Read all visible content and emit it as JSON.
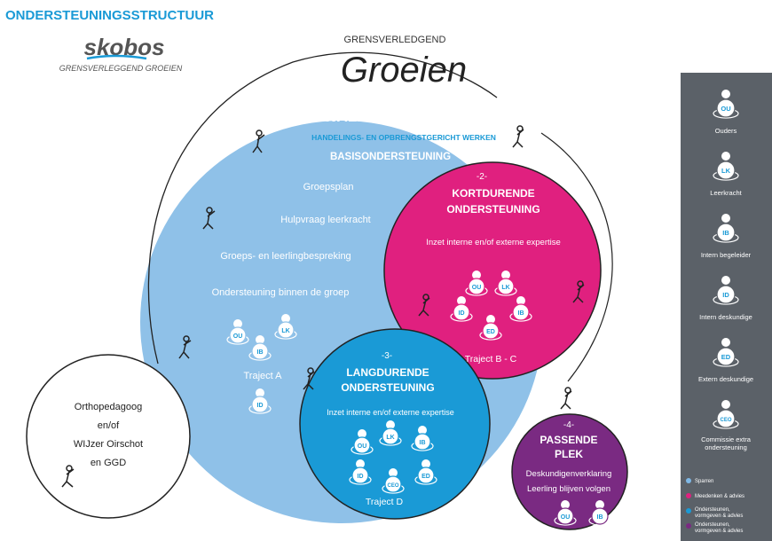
{
  "header": {
    "title": "ONDERSTEUNINGSSTRUCTUUR",
    "logo_name": "skobos",
    "logo_tagline": "GRENSVERLEGGEND GROEIEN",
    "hand_small": "GRENSVERLEDGEND",
    "hand_big": "Groeien"
  },
  "basis": {
    "num": "-1-",
    "title": "BASISKWALITEIT",
    "subtitle": "HANDELINGS- EN OPBRENGSTGERICHT WERKEN",
    "subtitle2": "BASISONDERSTEUNING",
    "items": [
      "Groepsplan",
      "Hulpvraag leerkracht",
      "Groeps- en leerlingbespreking",
      "Ondersteuning binnen de groep"
    ],
    "trajectA": "Traject A",
    "badges": [
      "OU",
      "LK",
      "IB",
      "ID"
    ]
  },
  "kort": {
    "num": "-2-",
    "title1": "KORTDURENDE",
    "title2": "ONDERSTEUNING",
    "text": "Inzet interne en/of externe expertise",
    "traject": "Traject B - C",
    "badges": [
      "OU",
      "LK",
      "ID",
      "IB",
      "ED"
    ]
  },
  "lang": {
    "num": "-3-",
    "title1": "LANGDURENDE",
    "title2": "ONDERSTEUNING",
    "text": "Inzet interne en/of externe expertise",
    "traject": "Traject D",
    "badges": [
      "OU",
      "LK",
      "IB",
      "ID",
      "CEO",
      "ED"
    ]
  },
  "passend": {
    "num": "-4-",
    "title1": "PASSENDE",
    "title2": "PLEK",
    "line1": "Deskundigenverklaring",
    "line2": "Leerling blijven volgen",
    "badges": [
      "OU",
      "IB"
    ]
  },
  "ortho": {
    "line1": "Orthopedagoog",
    "line2": "en/of",
    "line3": "WIJzer Oirschot",
    "line4": "en GGD"
  },
  "legend": {
    "roles": [
      {
        "code": "OU",
        "label": "Ouders"
      },
      {
        "code": "LK",
        "label": "Leerkracht"
      },
      {
        "code": "IB",
        "label": "Intern begeleider"
      },
      {
        "code": "ID",
        "label": "Intern deskundige"
      },
      {
        "code": "ED",
        "label": "Extern deskundige"
      },
      {
        "code": "CEO",
        "label": "Commissie extra ondersteuning"
      }
    ],
    "colors": [
      {
        "label": "Sparren",
        "color": "#7fb8e6"
      },
      {
        "label": "Meedenken & advies",
        "color": "#e0207f"
      },
      {
        "label": "Ondersteunen, vormgeven & advies",
        "color": "#1a9ad6"
      },
      {
        "label": "Ondersteunen, vormgeven & advies",
        "color": "#7a2a82"
      }
    ]
  },
  "colors": {
    "light_blue": "#8fc1e8",
    "pink": "#e0207f",
    "blue": "#1a9ad6",
    "purple": "#7a2a82",
    "title_blue": "#1a9ad6",
    "legend_bg": "#5b6168"
  }
}
